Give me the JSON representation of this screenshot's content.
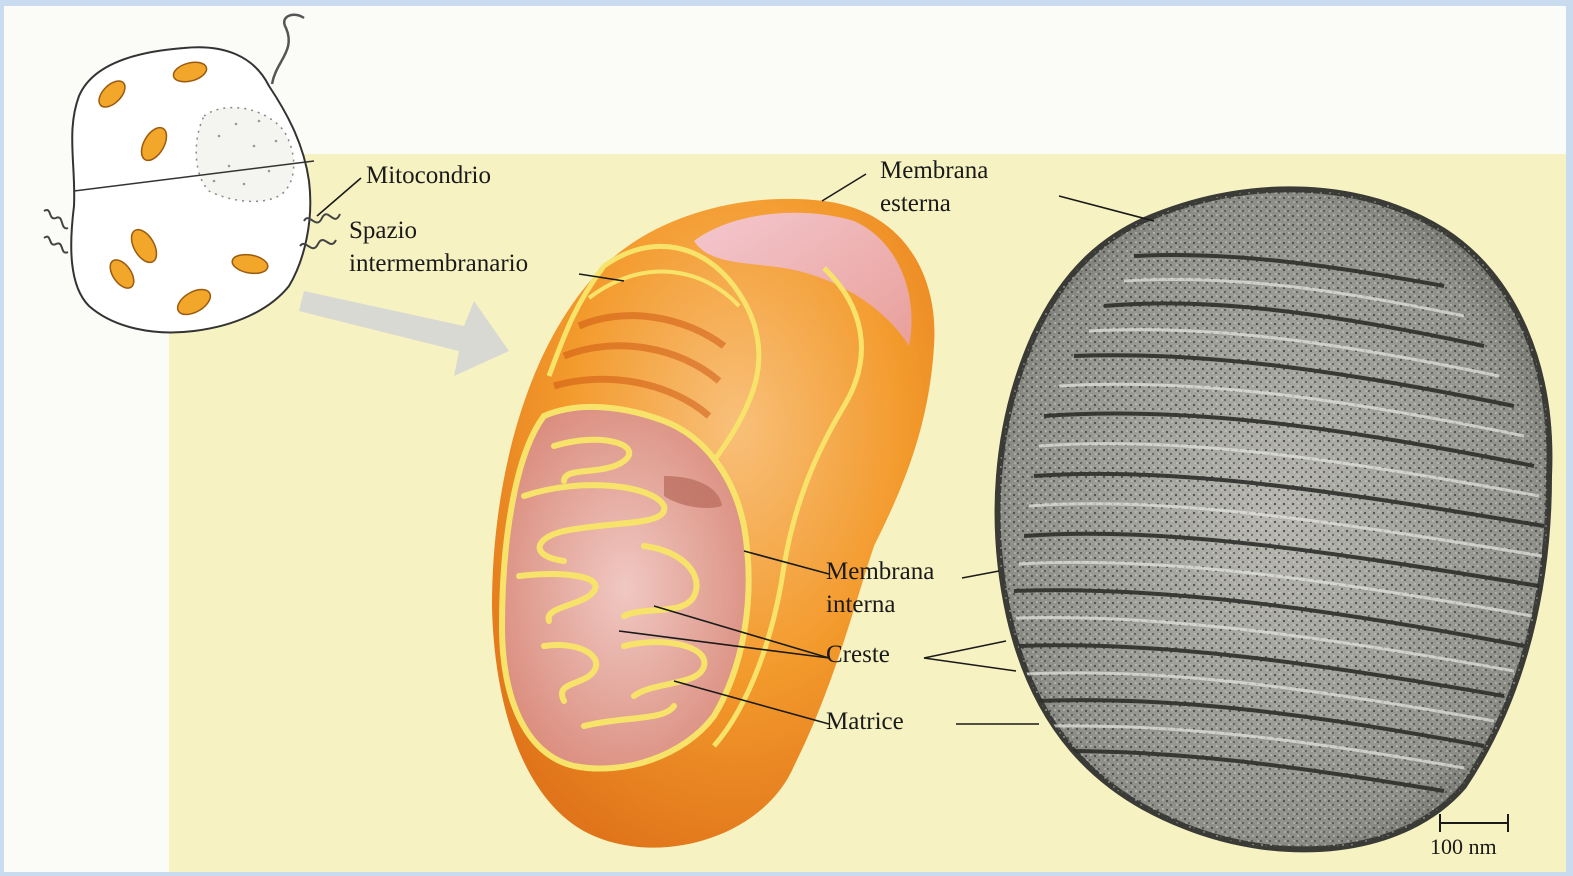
{
  "labels": {
    "mitocondrio": "Mitocondrio",
    "spazio_line1": "Spazio",
    "spazio_line2": "intermembranario",
    "membrana_esterna_line1": "Membrana",
    "membrana_esterna_line2": "esterna",
    "membrana_interna_line1": "Membrana",
    "membrana_interna_line2": "interna",
    "creste": "Creste",
    "matrice": "Matrice"
  },
  "scale_bar": {
    "label": "100 nm"
  },
  "colors": {
    "panel_background": "#f6f2c2",
    "mitochondrion_outer": "#f39a2c",
    "mitochondrion_inner": "#e8701e",
    "membrane_highlight": "#f7e36a",
    "matrix": "#e9b6b0",
    "micrograph": "#8f8f8a"
  }
}
